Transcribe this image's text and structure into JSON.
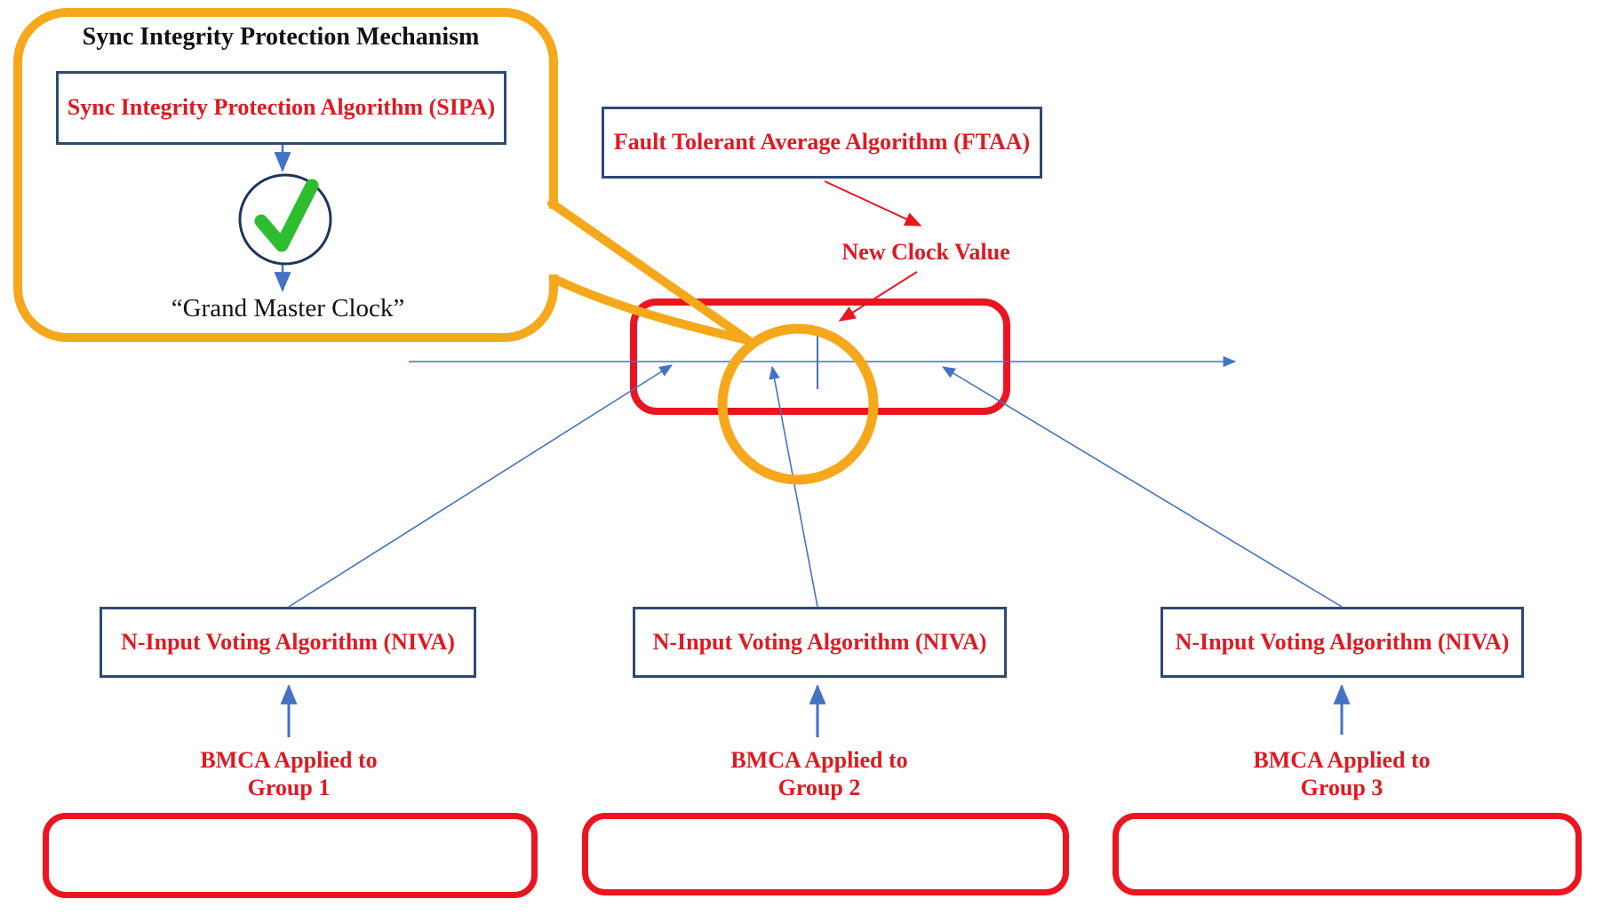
{
  "palette": {
    "accent_orange": "#F6A81C",
    "accent_red": "#EA1520",
    "text_red": "#DD1A22",
    "box_border_navy": "#2E4A74",
    "arrow_blue": "#4472C4",
    "check_green": "#2EBD2F",
    "text_black": "#121212"
  },
  "icons": {
    "check": "✓"
  },
  "callout": {
    "title": "Sync Integrity Protection Mechanism",
    "sipa_label": "Sync Integrity Protection Algorithm (SIPA)",
    "result_label": "“Grand Master Clock”"
  },
  "ftaa": {
    "label": "Fault Tolerant Average Algorithm (FTAA)",
    "annotation": "New Clock Value"
  },
  "niva": {
    "items": [
      {
        "label": "N-Input Voting Algorithm (NIVA)"
      },
      {
        "label": "N-Input Voting Algorithm (NIVA)"
      },
      {
        "label": "N-Input Voting Algorithm (NIVA)"
      }
    ]
  },
  "bmca": {
    "items": [
      {
        "line1": "BMCA Applied to",
        "line2": "Group 1"
      },
      {
        "line1": "BMCA Applied to",
        "line2": "Group 2"
      },
      {
        "line1": "BMCA Applied to",
        "line2": "Group 3"
      }
    ]
  }
}
